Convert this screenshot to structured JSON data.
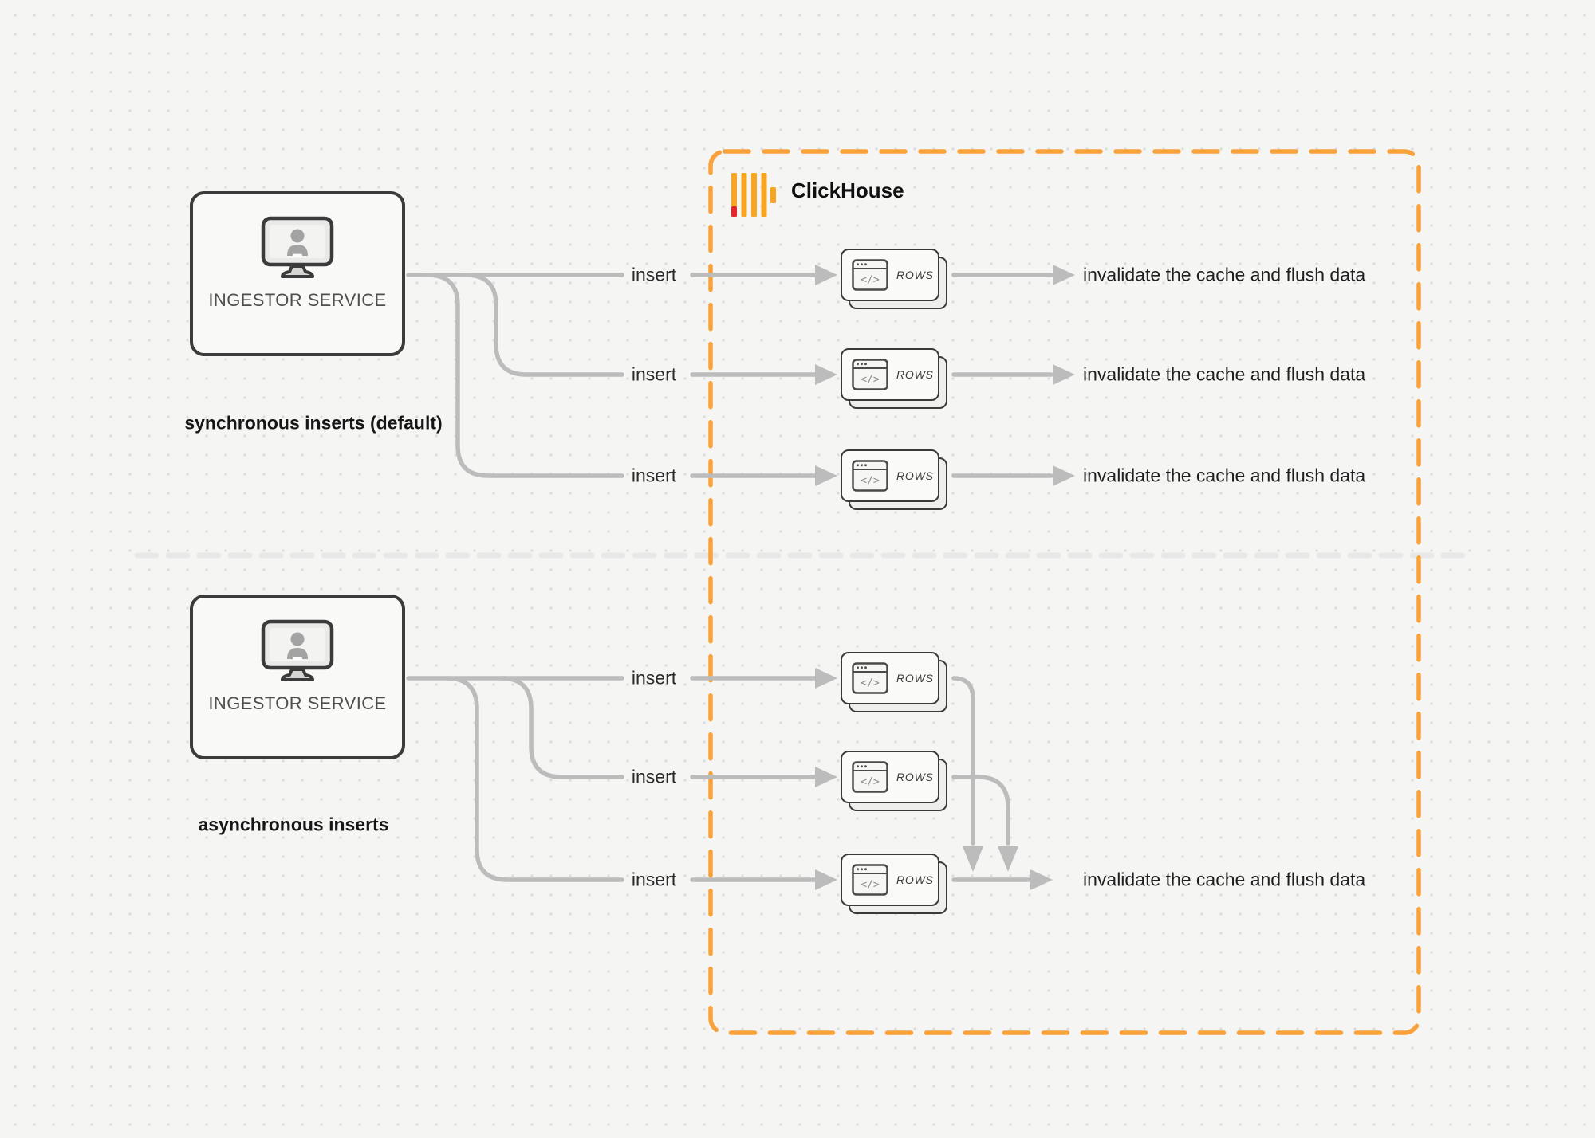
{
  "clickhouse": {
    "label": "ClickHouse"
  },
  "sync_section": {
    "service_label": "INGESTOR SERVICE",
    "caption": "synchronous inserts (default)",
    "rows": [
      {
        "insert_label": "insert",
        "block_label": "ROWS",
        "code_glyph": "</>",
        "result_label": "invalidate the cache and flush data"
      },
      {
        "insert_label": "insert",
        "block_label": "ROWS",
        "code_glyph": "</>",
        "result_label": "invalidate the cache and flush data"
      },
      {
        "insert_label": "insert",
        "block_label": "ROWS",
        "code_glyph": "</>",
        "result_label": "invalidate the cache and flush data"
      }
    ]
  },
  "async_section": {
    "service_label": "INGESTOR SERVICE",
    "caption": "asynchronous inserts",
    "rows": [
      {
        "insert_label": "insert",
        "block_label": "ROWS",
        "code_glyph": "</>"
      },
      {
        "insert_label": "insert",
        "block_label": "ROWS",
        "code_glyph": "</>"
      },
      {
        "insert_label": "insert",
        "block_label": "ROWS",
        "code_glyph": "</>"
      }
    ],
    "result_label": "invalidate the cache and flush data"
  },
  "colors": {
    "accent_orange": "#F9A23B",
    "logo_red": "#E7262B",
    "connector_gray": "#bcbcbc",
    "box_border": "#3b3b3b",
    "divider_gray": "#e8e8e8"
  }
}
